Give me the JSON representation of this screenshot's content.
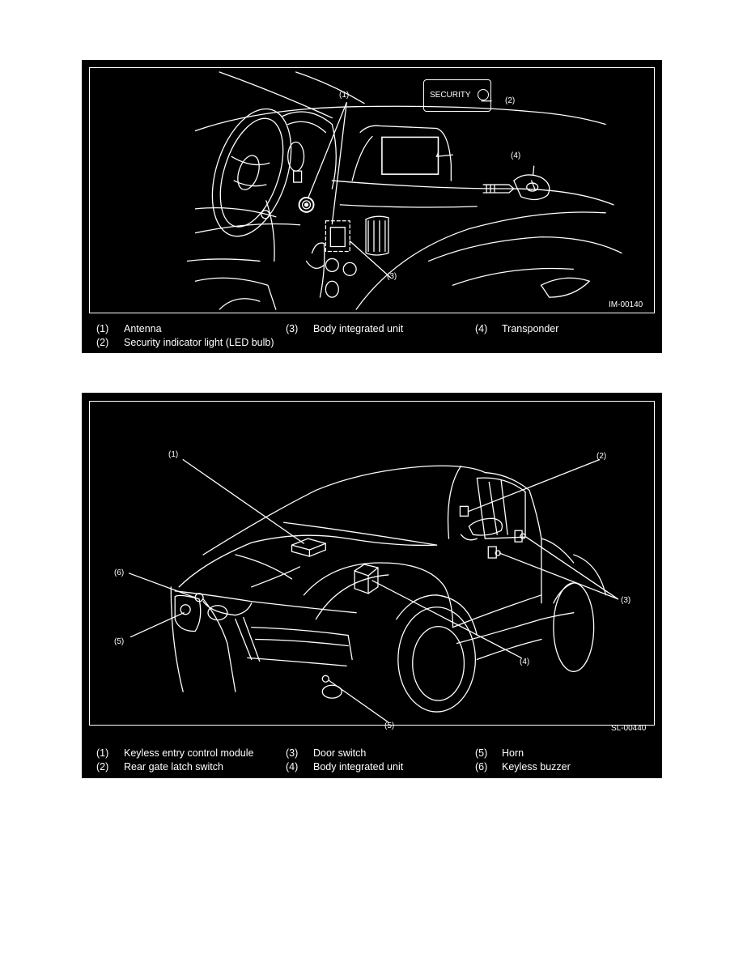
{
  "figure1": {
    "code": "IM-00140",
    "callouts": {
      "c1": "(1)",
      "c2": "(2)",
      "c3": "(3)",
      "c4": "(4)"
    },
    "security_label": "SECURITY",
    "legend": [
      {
        "num": "(1)",
        "text": "Antenna"
      },
      {
        "num": "(3)",
        "text": "Body integrated unit"
      },
      {
        "num": "(4)",
        "text": "Transponder"
      },
      {
        "num": "(2)",
        "text": "Security indicator light (LED bulb)"
      }
    ]
  },
  "figure2": {
    "code": "SL-00440",
    "callouts": {
      "c1": "(1)",
      "c2": "(2)",
      "c3": "(3)",
      "c4": "(4)",
      "c5a": "(5)",
      "c5b": "(5)",
      "c6": "(6)"
    },
    "legend": [
      {
        "num": "(1)",
        "text": "Keyless entry control module"
      },
      {
        "num": "(3)",
        "text": "Door switch"
      },
      {
        "num": "(5)",
        "text": "Horn"
      },
      {
        "num": "(2)",
        "text": "Rear gate latch switch"
      },
      {
        "num": "(4)",
        "text": "Body integrated unit"
      },
      {
        "num": "(6)",
        "text": "Keyless buzzer"
      }
    ]
  }
}
